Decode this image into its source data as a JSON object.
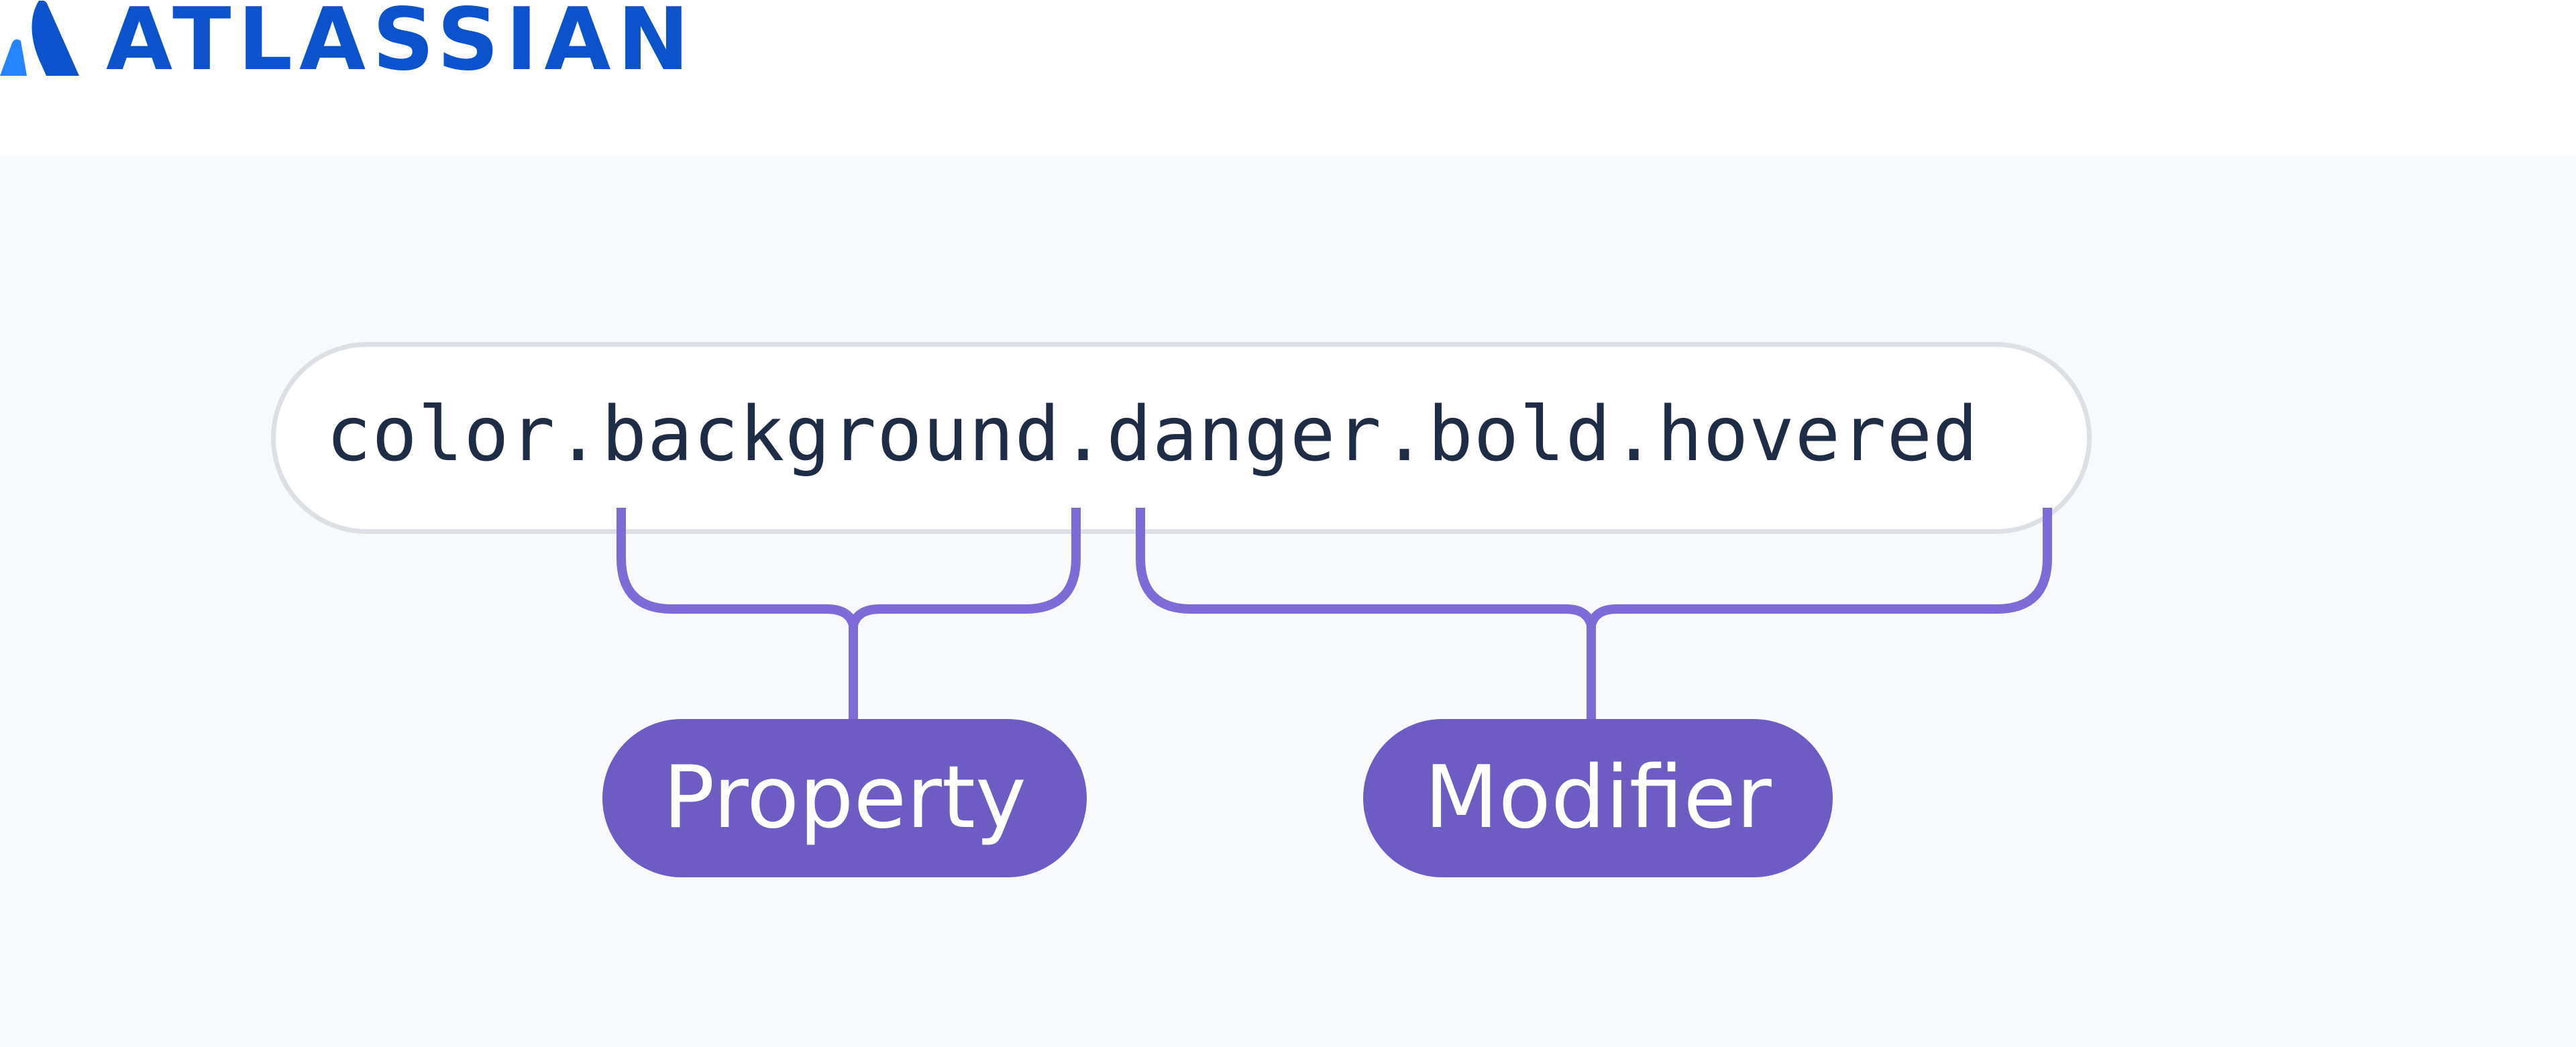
{
  "brand": {
    "name": "ATLASSIAN",
    "color": "#0b52cc",
    "mark_light_color": "#2684ff",
    "icon": "atlassian-logo-mark"
  },
  "diagram": {
    "token": "color.background.danger.bold.hovered",
    "property_label": "Property",
    "modifier_label": "Modifier",
    "accent_color": "#6e5cc4",
    "bracket_color": "#7f6bd8"
  }
}
